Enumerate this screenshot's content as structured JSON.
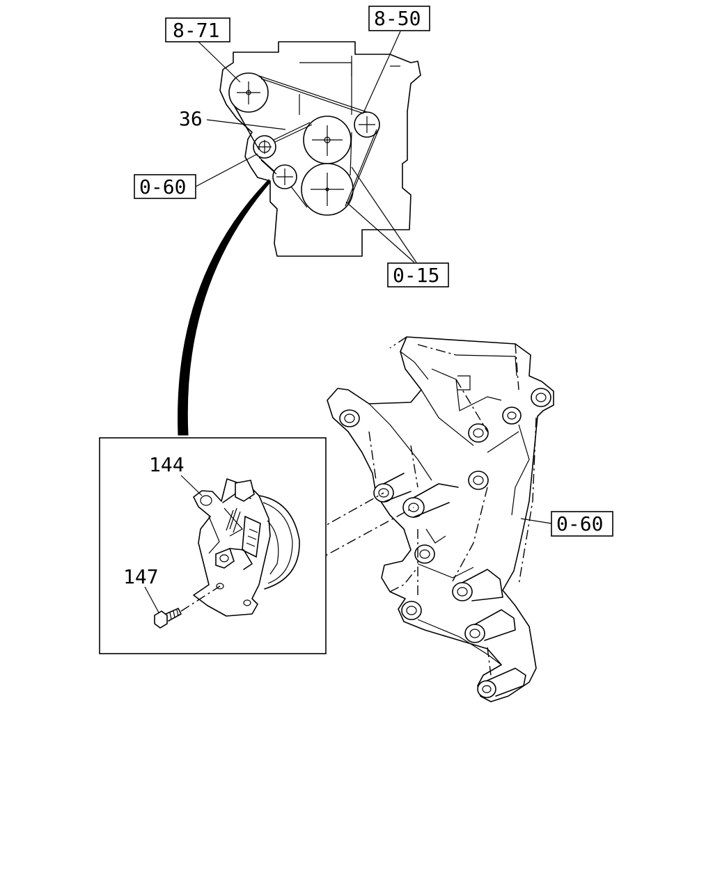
{
  "callouts": {
    "ref_8_71": "8-71",
    "ref_8_50": "8-50",
    "part_36": "36",
    "ref_0_60_top": "0-60",
    "ref_0_15": "0-15",
    "ref_0_60_bracket": "0-60",
    "part_144": "144",
    "part_147": "147"
  }
}
